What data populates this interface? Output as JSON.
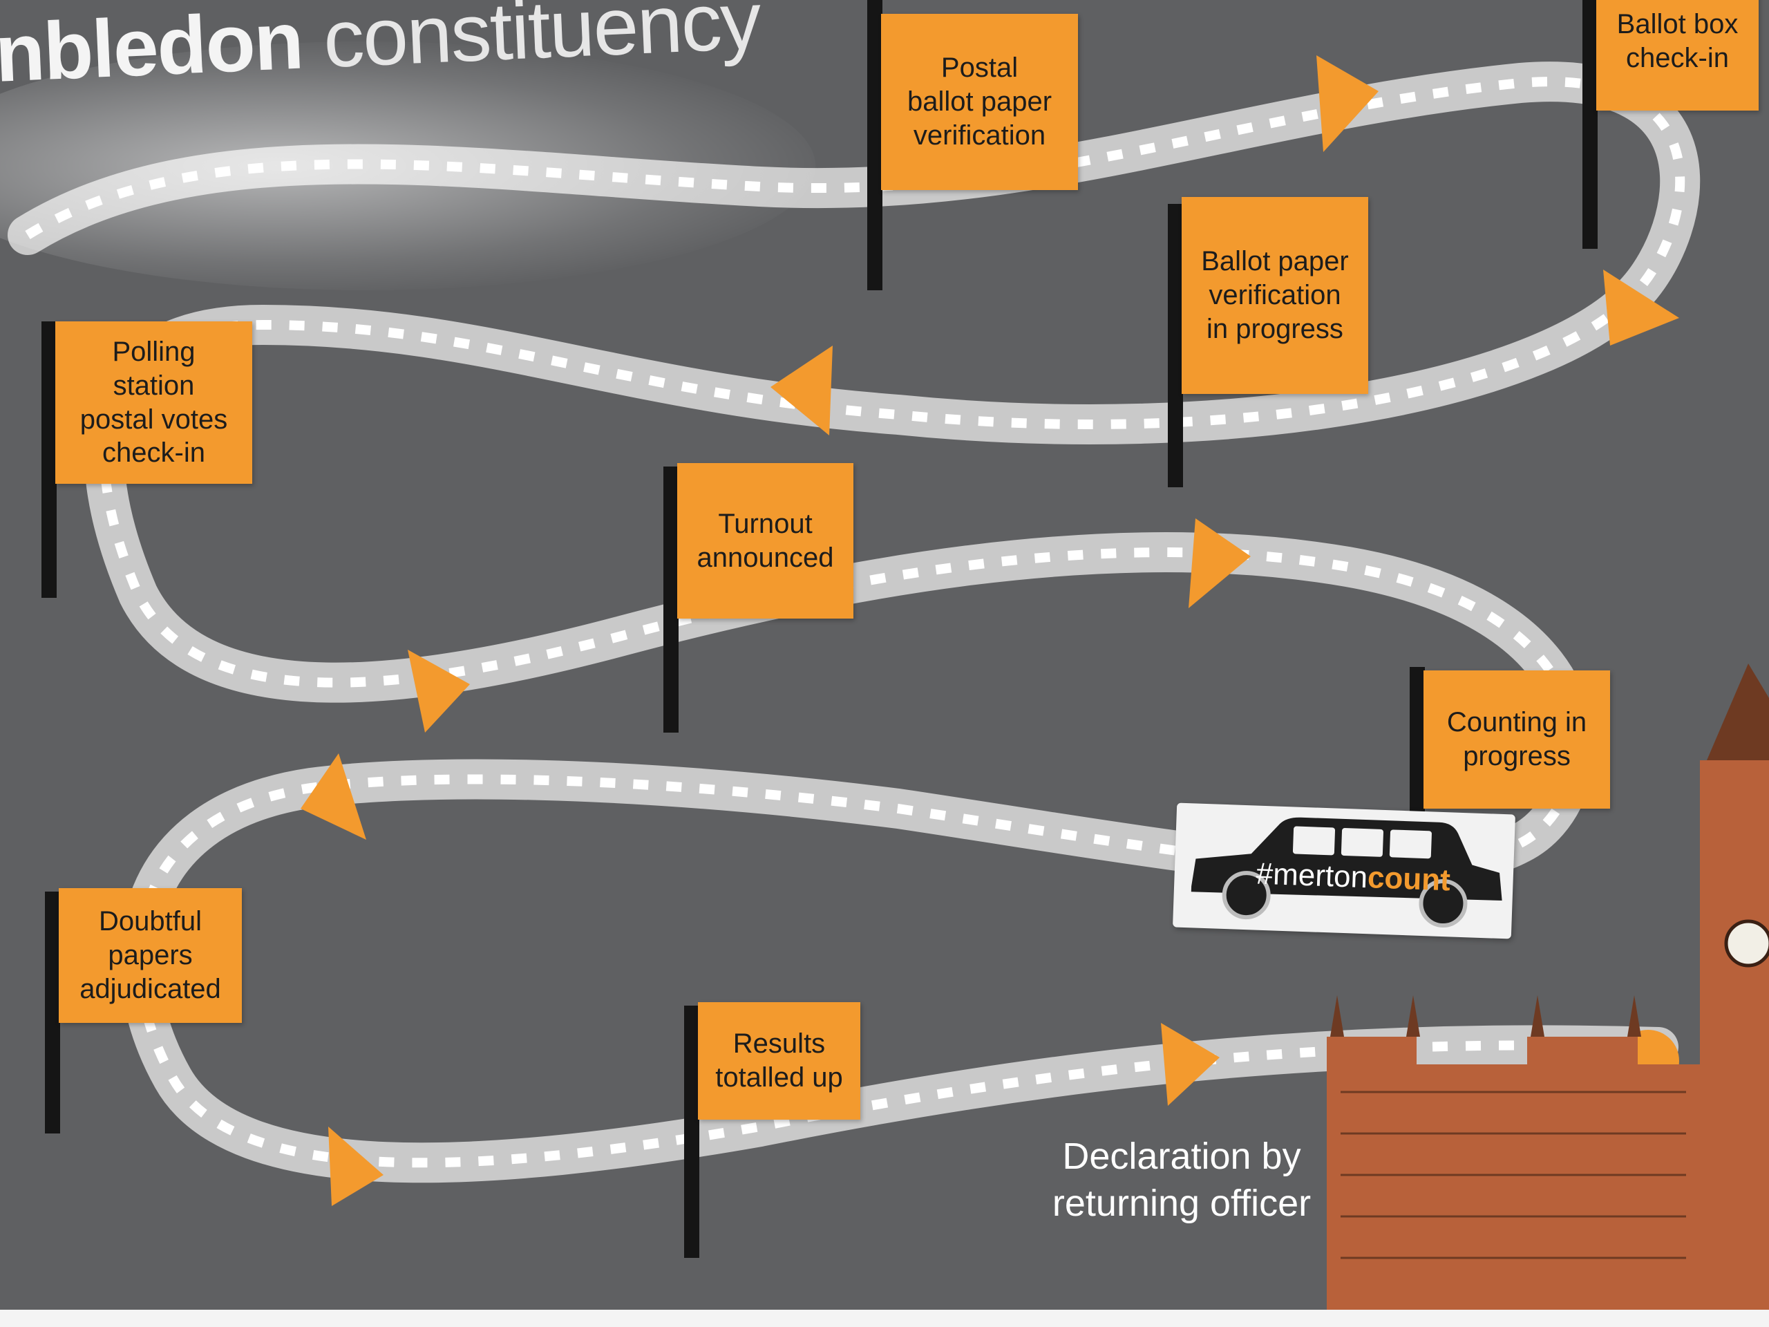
{
  "title": {
    "bold": "nbledon",
    "light": " constituency"
  },
  "stages": [
    {
      "id": "postal-verification",
      "lines": [
        "Postal",
        "ballot paper",
        "verification"
      ]
    },
    {
      "id": "ballot-box-checkin",
      "lines": [
        "Ballot box",
        "check-in"
      ]
    },
    {
      "id": "ballot-verification",
      "lines": [
        "Ballot paper",
        "verification",
        "in progress"
      ]
    },
    {
      "id": "polling-station",
      "lines": [
        "Polling",
        "station",
        "postal votes",
        "check-in"
      ]
    },
    {
      "id": "turnout",
      "lines": [
        "Turnout",
        "announced"
      ]
    },
    {
      "id": "counting",
      "lines": [
        "Counting in",
        "progress"
      ]
    },
    {
      "id": "doubtful",
      "lines": [
        "Doubtful",
        "papers",
        "adjudicated"
      ]
    },
    {
      "id": "results",
      "lines": [
        "Results",
        "totalled up"
      ]
    }
  ],
  "declaration": "Declaration by returning officer",
  "taxi": {
    "hash": "#merton",
    "word": "count"
  },
  "colors": {
    "background": "#5f6062",
    "road": "#c9c9c9",
    "dash": "#ffffff",
    "flag": "#f39a2e",
    "pole": "#151515",
    "brick": "#b8613a"
  }
}
